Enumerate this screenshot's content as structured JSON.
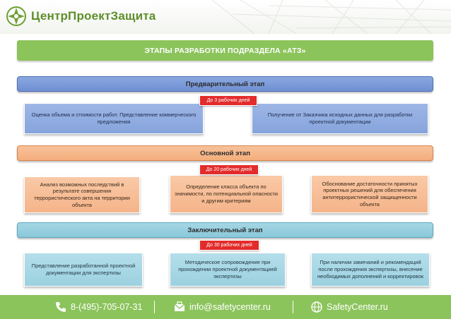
{
  "header": {
    "logo_text": "ЦентрПроектЗащита",
    "logo_icon": "green-cross-compass-icon",
    "colors": {
      "brand_green": "#8cc45c",
      "logo_green": "#5e8e2a"
    }
  },
  "banner": {
    "title": "ЭТАПЫ РАЗРАБОТКИ ПОДРАЗДЕЛА «АТЗ»"
  },
  "stages": [
    {
      "title": "Предварительный этап",
      "duration": "До 3 рабочих дней",
      "color": "#7a98d8",
      "tasks": [
        "Оценка объема и стоимости работ. Представление коммерческого предложения",
        "Получение от Заказчика исходных данных для разработки проектной документации"
      ]
    },
    {
      "title": "Основной этап",
      "duration": "До 20 рабочих дней",
      "color": "#f4ad7b",
      "tasks": [
        "Анализ возможных последствий в результате совершения террористического акта на территории объекта",
        "Определение класса объекта по значимости, по потенциальной опасности и другим критериям",
        "Обоснование достаточности принятых проектных решений для обеспечения антитеррористической защищенности объекта"
      ]
    },
    {
      "title": "Заключительный этап",
      "duration": "До 30 рабочих дней",
      "color": "#8ac8db",
      "tasks": [
        "Представление разработанной проектной документации для экспертизы",
        "Методическое сопровождение при прохождении проектной документацией экспертизы",
        "При наличии замечаний и рекомендаций после прохождения экспертизы, внесение необходимых дополнений и корректировок"
      ]
    }
  ],
  "footer": {
    "phone": "8-(495)-705-07-31",
    "email": "info@safetycenter.ru",
    "site": "SafetyCenter.ru",
    "separator": "|",
    "icons": [
      "phone-icon",
      "email-icon",
      "globe-icon"
    ]
  }
}
